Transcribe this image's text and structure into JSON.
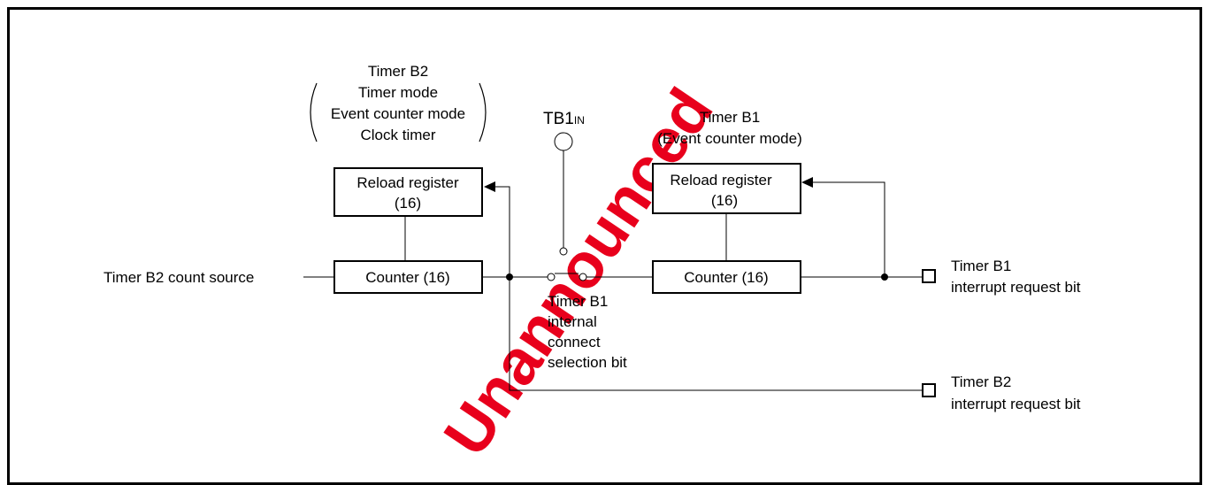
{
  "watermark": {
    "text": "Unannounced",
    "color": "#e8001c"
  },
  "timer_b2": {
    "title": "Timer B2",
    "modes": [
      "Timer mode",
      "Event counter mode",
      "Clock timer"
    ],
    "reload_register": [
      "Reload register",
      "(16)"
    ],
    "counter": "Counter (16)",
    "count_source": "Timer B2 count source",
    "interrupt": [
      "Timer B2",
      "interrupt request bit"
    ]
  },
  "tb1in": {
    "label": "TB1",
    "subscript": "IN"
  },
  "connect_switch": {
    "label": [
      "Timer B1",
      "internal",
      "connect",
      "selection bit"
    ]
  },
  "timer_b1": {
    "title": "Timer B1",
    "mode": "(Event counter mode)",
    "reload_register": [
      "Reload register",
      "(16)"
    ],
    "counter": "Counter (16)",
    "interrupt": [
      "Timer B1",
      "interrupt request bit"
    ]
  }
}
